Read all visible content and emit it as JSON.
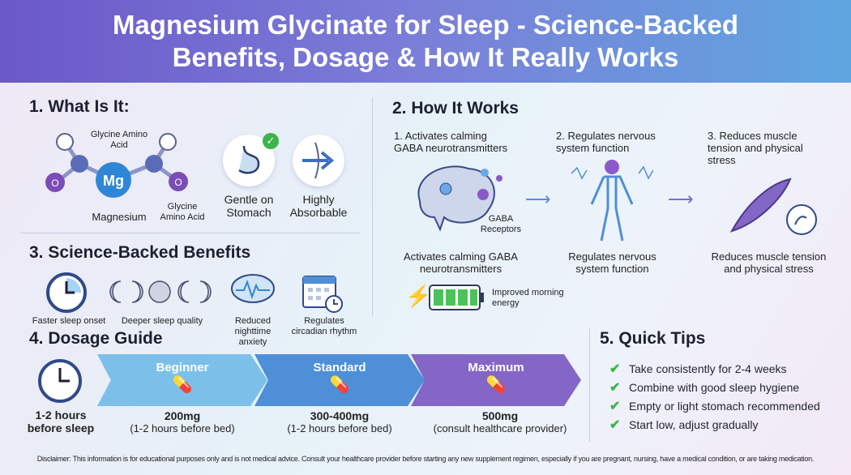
{
  "title": "Magnesium Glycinate for Sleep - Science-Backed Benefits, Dosage & How It Really Works",
  "what": {
    "heading": "1.  What Is It:",
    "glycine1": "Glycine Amino Acid",
    "glycine2": "Glycine Amino Acid",
    "magnesium": "Magnesium",
    "mg": "Mg",
    "o": "O",
    "stomach": "Gentle on Stomach",
    "absorb": "Highly Absorbable"
  },
  "how": {
    "heading": "2. How It Works",
    "steps": [
      {
        "label": "1. Activates calming GABA neurotransmitters",
        "caption": "Activates calming GABA neurotransmitters",
        "sub": "GABA Receptors"
      },
      {
        "label": "2. Regulates nervous system function",
        "caption": "Regulates nervous system function"
      },
      {
        "label": "3. Reduces muscle tension and physical stress",
        "caption": "Reduces muscle tension and physical stress"
      }
    ],
    "energy": "Improved morning energy"
  },
  "benefits": {
    "heading": "3. Science-Backed Benefits",
    "items": [
      "Faster sleep onset",
      "Deeper sleep quality",
      "Reduced nighttime anxiety",
      "Regulates circadian rhythm"
    ]
  },
  "dosage": {
    "heading": "4. Dosage Guide",
    "timing": "1-2 hours before sleep",
    "levels": [
      {
        "name": "Beginner",
        "amount": "200mg",
        "note": "(1-2 hours before bed)",
        "color": "#7cc0ea"
      },
      {
        "name": "Standard",
        "amount": "300-400mg",
        "note": "(1-2 hours before bed)",
        "color": "#4e8fd8"
      },
      {
        "name": "Maximum",
        "amount": "500mg",
        "note": "(consult healthcare provider)",
        "color": "#8466c6"
      }
    ]
  },
  "tips": {
    "heading": "5. Quick Tips",
    "items": [
      "Take consistently for 2-4 weeks",
      "Combine with good sleep hygiene",
      "Empty or light stomach recommended",
      "Start low, adjust gradually"
    ]
  },
  "disclaimer": "Disclaimer: This information is for educational purposes only and is not medical advice. Consult your healthcare provider before starting any new supplement regimen, especially if you are pregnant, nursing, have a medical condition, or are taking medication."
}
